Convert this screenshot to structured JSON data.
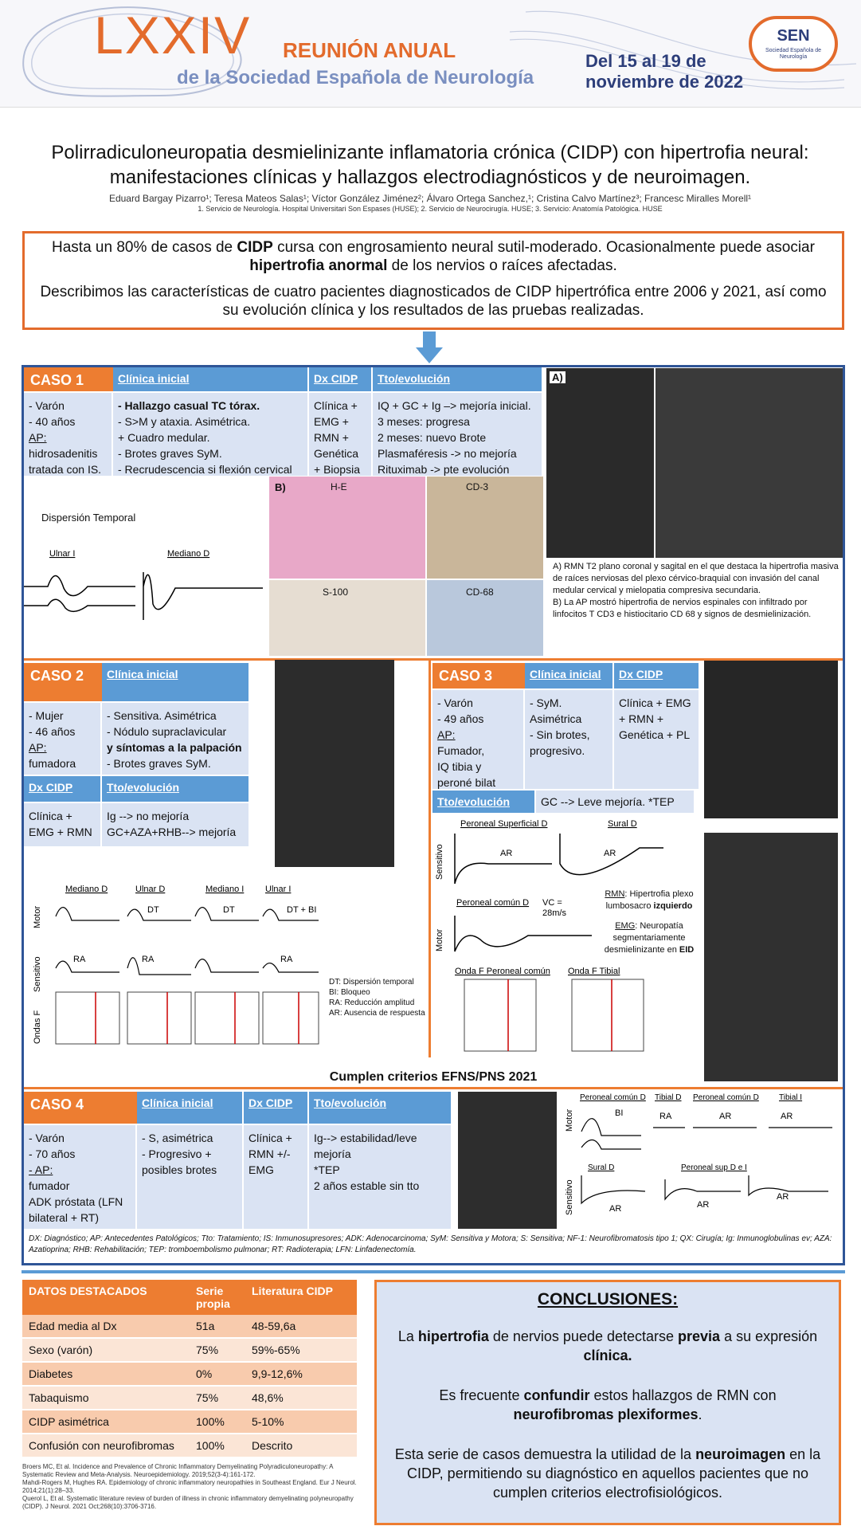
{
  "header": {
    "roman": "LXXIV",
    "reunion": "REUNIÓN ANUAL",
    "sociedad": "de la Sociedad Española de Neurología",
    "dates_1": "Del 15 al 19 de",
    "dates_2": "noviembre de 2022",
    "logo_text": "SEN",
    "logo_sub": "Sociedad Española de Neurología"
  },
  "title": {
    "line1": "Polirradiculoneuropatia desmielinizante inflamatoria crónica (CIDP) con hipertrofia neural:",
    "line2": "manifestaciones clínicas y hallazgos electrodiagnósticos y de neuroimagen.",
    "authors": "Eduard Bargay Pizarro¹; Teresa Mateos Salas¹; Víctor González Jiménez²; Álvaro Ortega Sanchez,¹; Cristina Calvo Martínez³; Francesc Miralles Morell¹",
    "affiliations": "1. Servicio de Neurología. Hospital Universitari Son Espases (HUSE); 2. Servicio de Neurocirugía. HUSE; 3. Servicio: Anatomía Patológica. HUSE"
  },
  "intro": {
    "p1_a": "Hasta un 80% de casos de ",
    "p1_b": "CIDP",
    "p1_c": " cursa con engrosamiento neural sutil-moderado. Ocasionalmente puede asociar ",
    "p1_d": "hipertrofia anormal",
    "p1_e": " de los nervios o raíces afectadas.",
    "p2": "Describimos las características de cuatro pacientes diagnosticados de CIDP hipertrófica entre 2006 y 2021, así como su evolución clínica y los resultados de las pruebas realizadas."
  },
  "case1": {
    "title": "CASO 1",
    "h_clin": "Clínica inicial",
    "h_dx": "Dx CIDP",
    "h_tto": "Tto/evolución",
    "patient": [
      "- Varón",
      "- 40 años",
      "AP:",
      "hidrosadenitis",
      "tratada con IS."
    ],
    "clin": [
      "- Hallazgo casual TC tórax.",
      "- S>M y ataxia. Asimétrica.",
      "+ Cuadro medular.",
      "- Brotes graves SyM.",
      "- Recrudescencia si flexión cervical"
    ],
    "dx": [
      "Clínica +",
      "EMG +",
      "RMN +",
      "Genética",
      "+ Biopsia"
    ],
    "tto": [
      "IQ + GC + Ig –> mejoría inicial.",
      "3 meses: progresa",
      "2 meses: nuevo Brote",
      "Plasmaféresis -> no mejoría",
      "Rituximab -> pte evolución"
    ],
    "disp": "Dispersión Temporal",
    "ulnar": "Ulnar I",
    "mediano": "Mediano D",
    "label_a": "A)",
    "label_b": "B)",
    "he": "H-E",
    "cd3": "CD-3",
    "s100": "S-100",
    "cd68": "CD-68",
    "caption": "A) RMN T2  plano coronal y sagital en el que destaca  la hipertrofia masiva de raíces nerviosas del plexo cérvico-braquial con invasión del canal medular cervical y mielopatia compresiva secundaria.\nB) La AP mostró hipertrofia de nervios espinales con infiltrado por linfocitos T CD3 e histiocitario CD 68 y signos de desmielinización."
  },
  "case2": {
    "title": "CASO 2",
    "h_clin": "Clínica inicial",
    "h_dx": "Dx CIDP",
    "h_tto": "Tto/evolución",
    "patient": [
      "- Mujer",
      "- 46 años",
      "AP:",
      "fumadora"
    ],
    "clin": [
      "- Sensitiva. Asimétrica",
      "- Nódulo supraclavicular",
      "y síntomas a la palpación",
      "- Brotes graves SyM."
    ],
    "dx": [
      "Clínica +",
      "EMG + RMN"
    ],
    "tto": [
      "Ig --> no mejoría",
      "GC+AZA+RHB--> mejoría"
    ],
    "cols": [
      "Mediano D",
      "Ulnar D",
      "Mediano I",
      "Ulnar I"
    ],
    "rows": [
      "Motor",
      "Sensitivo",
      "Ondas F"
    ],
    "dt": "DT",
    "dtbi": "DT + BI",
    "ra": "RA",
    "legend": [
      "DT: Dispersión temporal",
      "BI: Bloqueo",
      "RA: Reducción amplitud",
      "AR: Ausencia de respuesta"
    ]
  },
  "case3": {
    "title": "CASO 3",
    "h_clin": "Clínica inicial",
    "h_dx": "Dx CIDP",
    "h_tto": "Tto/evolución",
    "patient": [
      "- Varón",
      "- 49 años",
      "AP:",
      "Fumador,",
      "IQ tibia y",
      "peroné bilat"
    ],
    "clin": [
      "- SyM.",
      "Asimétrica",
      "- Sin brotes,",
      "progresivo."
    ],
    "dx": [
      "Clínica + EMG",
      "+ RMN +",
      "Genética + PL"
    ],
    "tto": "GC --> Leve mejoría. *TEP",
    "ps": "Peroneal Superficial D",
    "sural": "Sural D",
    "pc": "Peroneal común D",
    "vc": "VC =",
    "vc2": "28m/s",
    "ar": "AR",
    "rmn_a": "RMN",
    "rmn_b": ": Hipertrofia plexo lumbosacro ",
    "rmn_c": "izquierdo",
    "emg_a": "EMG",
    "emg_b": ": Neuropatía segmentariamente desmielinizante en ",
    "emg_c": "EID",
    "ofp": "Onda F Peroneal común",
    "oft": "Onda F Tibial",
    "sens": "Sensitivo",
    "motor": "Motor"
  },
  "criteria": "Cumplen criterios EFNS/PNS 2021",
  "case4": {
    "title": "CASO 4",
    "h_clin": "Clínica inicial",
    "h_dx": "Dx CIDP",
    "h_tto": "Tto/evolución",
    "patient": [
      "- Varón",
      "- 70 años",
      "- AP:",
      "fumador",
      "ADK próstata (LFN",
      "bilateral + RT)"
    ],
    "clin": [
      "- S, asimétrica",
      "- Progresivo +",
      "posibles brotes"
    ],
    "dx": [
      "Clínica +",
      "RMN +/-",
      "EMG"
    ],
    "tto": [
      "Ig--> estabilidad/leve",
      "mejoría",
      "*TEP",
      "2 años estable sin tto"
    ],
    "pc": "Peroneal común D",
    "tib": "Tibial D",
    "pc2": "Peroneal común D",
    "tib2": "Tibial I",
    "sural": "Sural D",
    "psup": "Peroneal sup D e I",
    "bi": "BI",
    "ra": "RA",
    "ar": "AR",
    "motor": "Motor",
    "sens": "Sensitivo"
  },
  "abbrev": "DX: Diagnóstico; AP: Antecedentes Patológicos; Tto: Tratamiento; IS: Inmunosupresores; ADK: Adenocarcinoma; SyM: Sensitiva y Motora; S: Sensitiva; NF-1: Neurofibromatosis tipo 1; QX: Cirugía; Ig: Inmunoglobulinas ev; AZA: Azatioprina; RHB: Rehabilitación; TEP: tromboembolismo pulmonar; RT: Radioterapia; LFN: Linfadenectomía.",
  "table": {
    "headers": [
      "DATOS DESTACADOS",
      "Serie propia",
      "Literatura CIDP"
    ],
    "rows": [
      [
        "Edad media al Dx",
        "51a",
        "48-59,6a"
      ],
      [
        "Sexo (varón)",
        "75%",
        "59%-65%"
      ],
      [
        "Diabetes",
        "0%",
        "9,9-12,6%"
      ],
      [
        "Tabaquismo",
        "75%",
        "48,6%"
      ],
      [
        "CIDP asimétrica",
        "100%",
        "5-10%"
      ],
      [
        "Confusión con neurofibromas",
        "100%",
        "Descrito"
      ]
    ]
  },
  "refs": [
    "Broers MC, Et al. Incidence and Prevalence of Chronic Inflammatory Demyelinating Polyradiculoneuropathy: A Systematic Review and Meta-Analysis. Neuroepidemiology. 2019;52(3-4):161-172.",
    "Mahdi-Rogers M, Hughes RA. Epidemiology of chronic inflammatory neuropathies in Southeast England. Eur J Neurol. 2014;21(1):28–33.",
    "Querol L, Et al. Systematic literature review of burden of illness in chronic inflammatory demyelinating polyneuropathy (CIDP). J Neurol. 2021 Oct;268(10):3706-3716."
  ],
  "conclusions": {
    "title": "CONCLUSIONES:",
    "p1": [
      "La ",
      "hipertrofia",
      " de nervios puede detectarse ",
      "previa",
      " a su expresión ",
      "clínica."
    ],
    "p2": [
      "Es frecuente ",
      "confundir",
      " estos hallazgos de RMN con ",
      "neurofibromas plexiformes",
      "."
    ],
    "p3": [
      "Esta serie de casos demuestra la utilidad de la ",
      "neuroimagen",
      " en la CIDP, permitiendo su diagnóstico en aquellos pacientes que no cumplen criterios electrofisiológicos."
    ]
  },
  "colors": {
    "orange": "#ed7d31",
    "blue": "#5b9bd5",
    "light": "#dae3f3",
    "navy": "#2f5597"
  }
}
